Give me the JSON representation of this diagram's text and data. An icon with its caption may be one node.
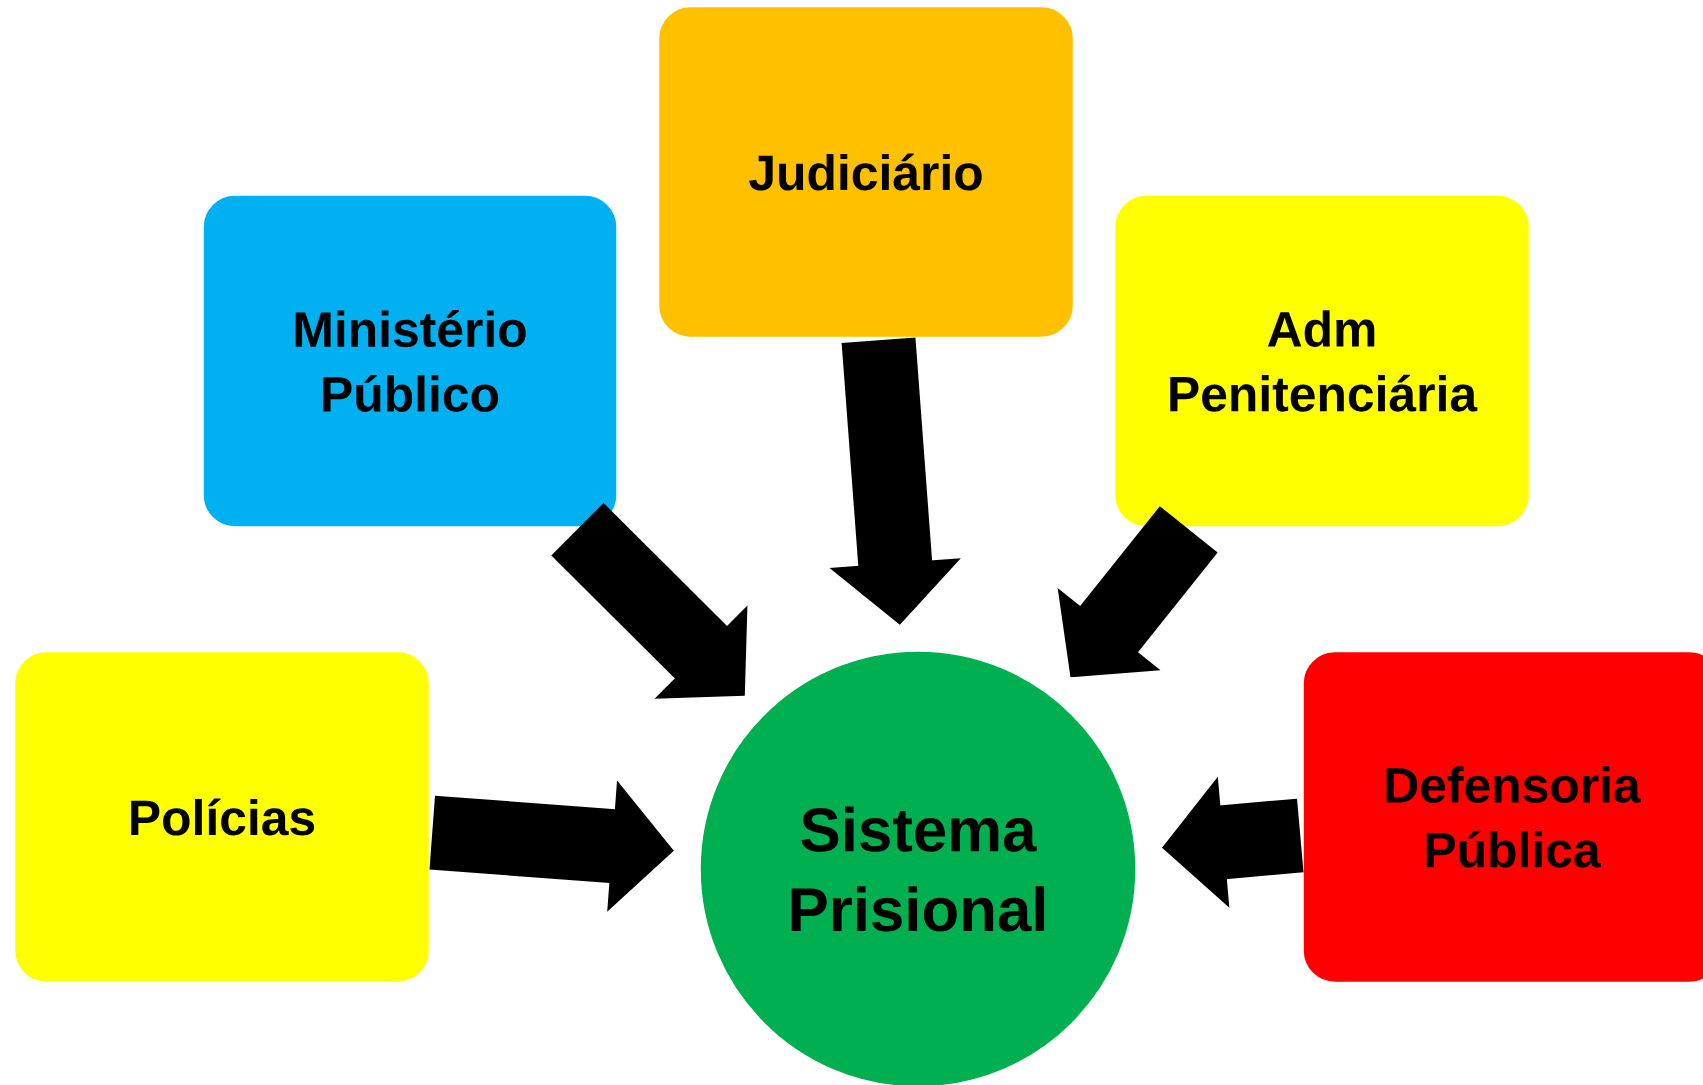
{
  "diagram": {
    "nodes": [
      {
        "text": [
          "Ministério Público"
        ]
      },
      {
        "text": [
          "Judiciário"
        ]
      },
      {
        "text": [
          "Adm Penitenciária"
        ]
      },
      {
        "text": [
          "Polícias"
        ]
      },
      {
        "text": [
          "Sistema Prisional"
        ]
      },
      {
        "text": [
          "Defensoria Pública"
        ]
      }
    ],
    "edges": [
      {
        "from": 0,
        "to": 4,
        "arrow": "to"
      },
      {
        "from": 1,
        "to": 4,
        "arrow": "to"
      },
      {
        "from": 2,
        "to": 4,
        "arrow": "to"
      },
      {
        "from": 3,
        "to": 4,
        "arrow": "to"
      },
      {
        "from": 5,
        "to": 4,
        "arrow": "to"
      }
    ]
  }
}
